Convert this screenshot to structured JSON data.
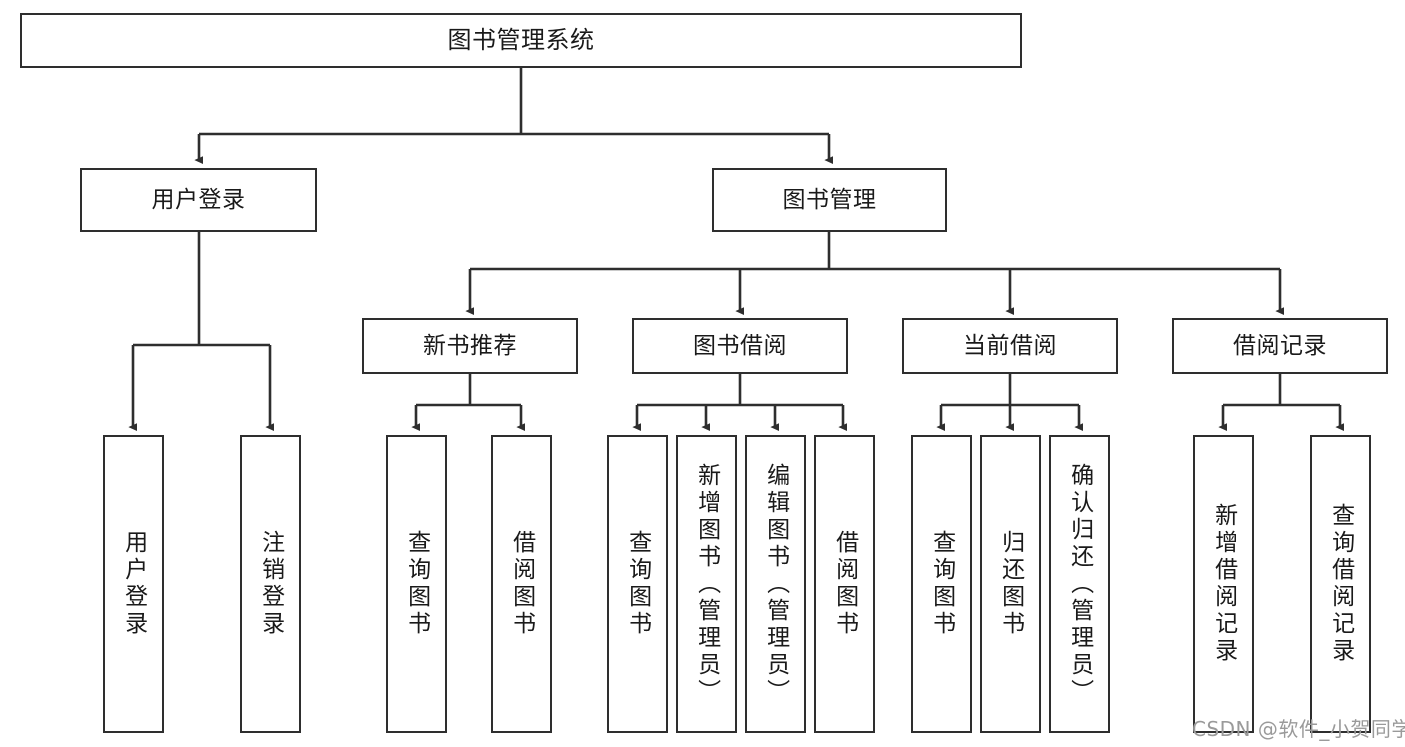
{
  "diagram": {
    "title": "图书管理系统",
    "type": "tree-hierarchy-diagram",
    "root": {
      "label": "图书管理系统"
    },
    "level2": [
      {
        "label": "用户登录"
      },
      {
        "label": "图书管理"
      }
    ],
    "level3": [
      {
        "label": "新书推荐"
      },
      {
        "label": "图书借阅"
      },
      {
        "label": "当前借阅"
      },
      {
        "label": "借阅记录"
      }
    ],
    "leaves": {
      "user_login": [
        {
          "label": "用户登录"
        },
        {
          "label": "注销登录"
        }
      ],
      "new_book_recommend": [
        {
          "label": "查询图书"
        },
        {
          "label": "借阅图书"
        }
      ],
      "book_borrow": [
        {
          "label": "查询图书"
        },
        {
          "label": "新增图书（管理员）"
        },
        {
          "label": "编辑图书（管理员）"
        },
        {
          "label": "借阅图书"
        }
      ],
      "current_borrow": [
        {
          "label": "查询图书"
        },
        {
          "label": "归还图书"
        },
        {
          "label": "确认归还（管理员）"
        }
      ],
      "borrow_record": [
        {
          "label": "新增借阅记录"
        },
        {
          "label": "查询借阅记录"
        }
      ]
    },
    "watermark": "CSDN @软件_小贺同学",
    "colors": {
      "stroke": "#2e2e2e",
      "background": "#ffffff",
      "text": "#1a1a1a",
      "watermark": "#9a9a9a"
    }
  }
}
